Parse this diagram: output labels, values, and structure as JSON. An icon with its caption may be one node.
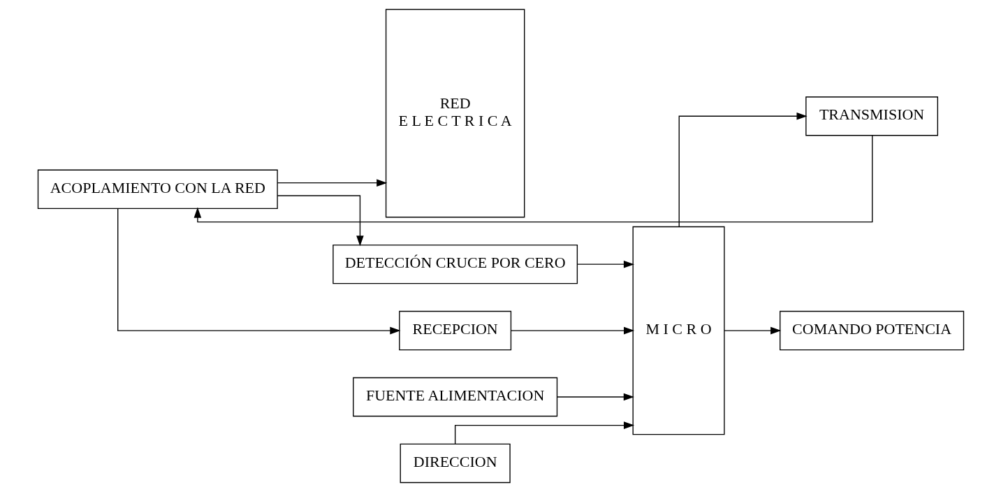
{
  "diagram": {
    "nodes": [
      {
        "text": [
          "RED",
          "E L E C T R I C A"
        ]
      },
      {
        "text": [
          "DETECCIÓN CRUCE POR CERO"
        ]
      },
      {
        "text": [
          "FUENTE ALIMENTACION"
        ]
      },
      {
        "text": [
          "TRANSMISION"
        ]
      },
      {
        "text": [
          "M I C R O"
        ]
      },
      {
        "text": [
          "DIRECCION"
        ]
      },
      {
        "text": [
          "ACOPLAMIENTO CON LA RED"
        ]
      },
      {
        "text": [
          "RECEPCION"
        ]
      },
      {
        "text": [
          "COMANDO POTENCIA"
        ]
      }
    ],
    "edges": [
      {
        "from": 6,
        "to": 0,
        "arrow": "to"
      },
      {
        "from": 6,
        "to": 1,
        "arrow": "to"
      },
      {
        "from": 1,
        "to": 4,
        "arrow": "to"
      },
      {
        "from": 2,
        "to": 4,
        "arrow": "to"
      },
      {
        "from": 4,
        "to": 3,
        "arrow": "to"
      },
      {
        "from": 3,
        "to": 6,
        "arrow": "to"
      },
      {
        "from": 5,
        "to": 4,
        "arrow": "to"
      },
      {
        "from": 6,
        "to": 7,
        "arrow": "to"
      },
      {
        "from": 7,
        "to": 4,
        "arrow": "to"
      },
      {
        "from": 4,
        "to": 8,
        "arrow": "to"
      }
    ]
  }
}
